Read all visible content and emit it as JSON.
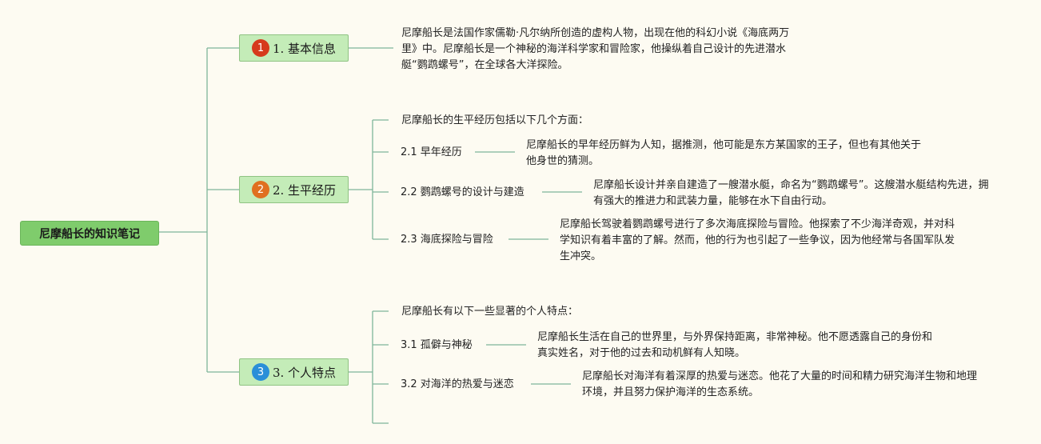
{
  "root": {
    "label": "尼摩船长的知识笔记"
  },
  "branches": [
    {
      "number": "1",
      "badge_color": "#d63a1c",
      "label": "1. 基本信息",
      "text": "尼摩船长是法国作家儒勒·凡尔纳所创造的虚构人物，出现在他的科幻小说《海底两万里》中。尼摩船长是一个神秘的海洋科学家和冒险家，他操纵着自己设计的先进潜水艇“鹦鹉螺号”，在全球各大洋探险。"
    },
    {
      "number": "2",
      "badge_color": "#e07020",
      "label": "2. 生平经历",
      "intro": "尼摩船长的生平经历包括以下几个方面：",
      "subs": [
        {
          "label": "2.1 早年经历",
          "text": "尼摩船长的早年经历鲜为人知，据推测，他可能是东方某国家的王子，但也有其他关于他身世的猜测。"
        },
        {
          "label": "2.2 鹦鹉螺号的设计与建造",
          "text": "尼摩船长设计并亲自建造了一艘潜水艇，命名为“鹦鹉螺号”。这艘潜水艇结构先进，拥有强大的推进力和武装力量，能够在水下自由行动。"
        },
        {
          "label": "2.3 海底探险与冒险",
          "text": "尼摩船长驾驶着鹦鹉螺号进行了多次海底探险与冒险。他探索了不少海洋奇观，并对科学知识有着丰富的了解。然而，他的行为也引起了一些争议，因为他经常与各国军队发生冲突。"
        }
      ]
    },
    {
      "number": "3",
      "badge_color": "#2a8fd8",
      "label": "3. 个人特点",
      "intro": "尼摩船长有以下一些显著的个人特点：",
      "subs": [
        {
          "label": "3.1 孤僻与神秘",
          "text": "尼摩船长生活在自己的世界里，与外界保持距离，非常神秘。他不愿透露自己的身份和真实姓名，对于他的过去和动机鲜有人知晓。"
        },
        {
          "label": "3.2 对海洋的热爱与迷恋",
          "text": "尼摩船长对海洋有着深厚的热爱与迷恋。他花了大量的时间和精力研究海洋生物和地理环境，并且努力保护海洋的生态系统。"
        }
      ]
    }
  ],
  "colors": {
    "line": "#7fb59a",
    "root_fill": "#7fcc6c",
    "branch_fill": "#c4ecb8"
  }
}
